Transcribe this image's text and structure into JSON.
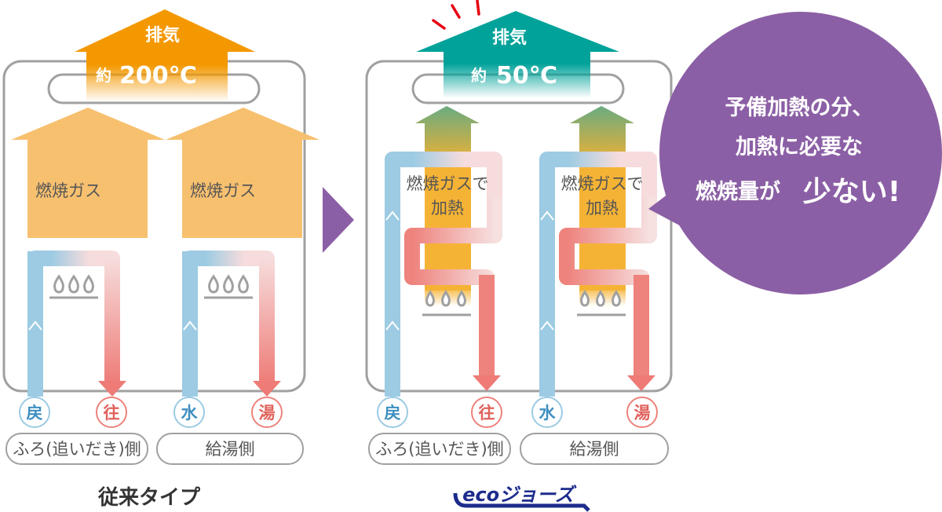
{
  "conventional": {
    "exhaust_label": "排気",
    "exhaust_temp_prefix": "約",
    "exhaust_temp": "200℃",
    "gas_left": "燃焼ガス",
    "gas_right": "燃焼ガス",
    "badges": [
      "戻",
      "往",
      "水",
      "湯"
    ],
    "side_bath": "ふろ(追いだき)側",
    "side_hot": "給湯側",
    "title": "従来タイプ"
  },
  "eco": {
    "exhaust_label": "排気",
    "exhaust_temp_prefix": "約",
    "exhaust_temp": "50℃",
    "heat_line1": "燃焼ガスで",
    "heat_line2": "加熱",
    "badges": [
      "戻",
      "往",
      "水",
      "湯"
    ],
    "side_bath": "ふろ(追いだき)側",
    "side_hot": "給湯側",
    "logo_text": "ecoジョーズ"
  },
  "callout": {
    "line1": "予備加熱の分、",
    "line2": "加熱に必要な",
    "line3_a": "燃焼量が",
    "line3_b": "少ない!"
  },
  "colors": {
    "conventional_exhaust": "#f39800",
    "eco_exhaust": "#00a29a",
    "callout": "#8b5fa5",
    "return_pipe": "#9ccbe3",
    "supply_pipe": "#ee827c"
  }
}
